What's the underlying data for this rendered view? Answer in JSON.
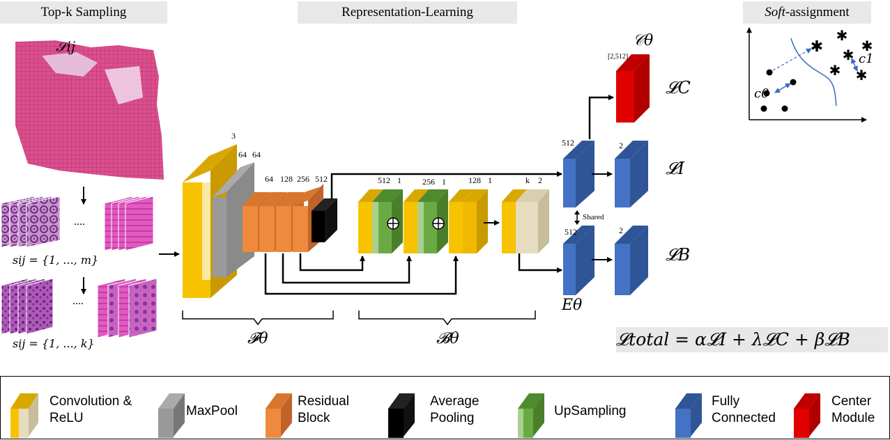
{
  "headers": {
    "topk": "Top-k Sampling",
    "repr": "Representation-Learning",
    "soft_italic": "Soft",
    "soft_rest": "-assignment"
  },
  "slide_label": "𝒮ij",
  "s_ij_m": "sij = {1, ..., m}",
  "s_ij_k": "sij = {1, ..., k}",
  "dots": "....",
  "encoder_label": "𝓕θ",
  "bottleneck_label": "𝓑θ",
  "embedding_label": "Eθ",
  "center_label": "𝒞θ",
  "center_dim": "[2,512]",
  "shared": "Shared",
  "loss_c": "𝓛C",
  "loss_i": "𝓛I",
  "loss_b": "𝓛B",
  "loss_total": "𝓛total = α𝓛I + λ𝓛C + β𝓛B",
  "cluster_c0": "c0",
  "cluster_c1": "c1",
  "numbers": {
    "n3": "3",
    "n64a": "64",
    "n64b": "64",
    "n64c": "64",
    "n128": "128",
    "n256": "256",
    "n512": "512",
    "u512": "512",
    "u1a": "1",
    "u256": "256",
    "u1b": "1",
    "u128": "128",
    "u1c": "1",
    "uk": "k",
    "u2": "2",
    "fc512a": "512",
    "fc2a": "2",
    "fc512b": "512",
    "fc2b": "2"
  },
  "legend": [
    {
      "label_1": "Convolution &",
      "label_2": "ReLU",
      "color": "#f5c400"
    },
    {
      "label_1": "MaxPool",
      "label_2": "",
      "color": "#999999"
    },
    {
      "label_1": "Residual",
      "label_2": "Block",
      "color": "#ee8833"
    },
    {
      "label_1": "Average",
      "label_2": "Pooling",
      "color": "#000000"
    },
    {
      "label_1": "UpSampling",
      "label_2": "",
      "color": "#6aaa44"
    },
    {
      "label_1": "Fully",
      "label_2": "Connected",
      "color": "#4472c4"
    },
    {
      "label_1": "Center",
      "label_2": "Module",
      "color": "#e00000"
    }
  ]
}
